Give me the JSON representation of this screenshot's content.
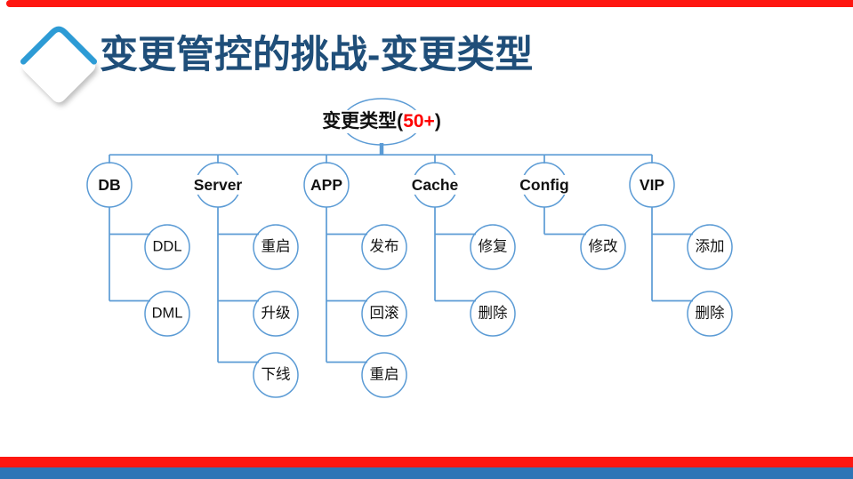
{
  "slide": {
    "title": "变更管控的挑战-变更类型",
    "colors": {
      "title": "#1F4E79",
      "connector": "#5B9BD5",
      "top_bar": "#FE1711",
      "bottom_bar_red": "#FE1711",
      "bottom_bar_blue": "#2E75B6",
      "count_highlight": "#FF0000",
      "logo_edge": "#2D9BD5"
    }
  },
  "icons": {
    "logo": "diamond-logo"
  },
  "tree": {
    "root": {
      "prefix": "变更类型(",
      "count": "50+",
      "suffix": ")"
    },
    "branches": [
      {
        "label": "DB",
        "children": [
          "DDL",
          "DML"
        ]
      },
      {
        "label": "Server",
        "children": [
          "重启",
          "升级",
          "下线"
        ]
      },
      {
        "label": "APP",
        "children": [
          "发布",
          "回滚",
          "重启"
        ]
      },
      {
        "label": "Cache",
        "children": [
          "修复",
          "删除"
        ]
      },
      {
        "label": "Config",
        "children": [
          "修改"
        ]
      },
      {
        "label": "VIP",
        "children": [
          "添加",
          "删除"
        ]
      }
    ]
  }
}
